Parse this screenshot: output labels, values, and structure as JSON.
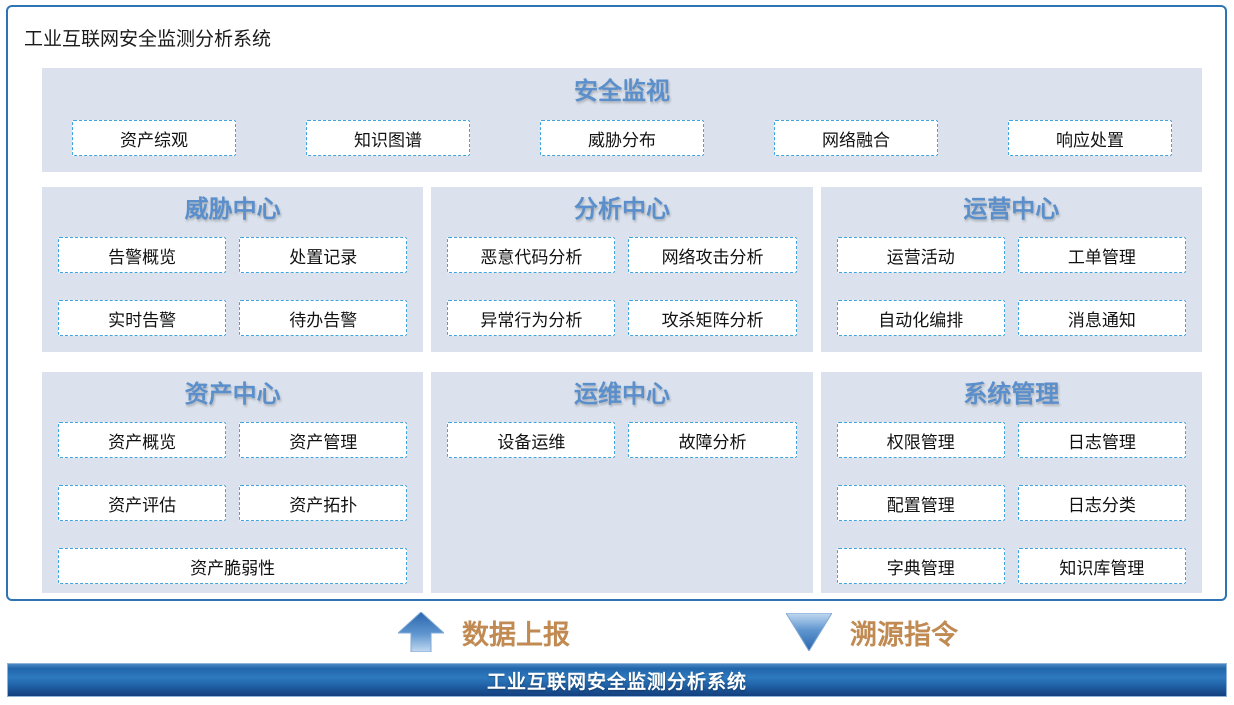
{
  "page": {
    "title": "工业互联网安全监测分析系统"
  },
  "top_panel": {
    "title": "安全监视",
    "items": [
      "资产综观",
      "知识图谱",
      "威胁分布",
      "网络融合",
      "响应处置"
    ]
  },
  "panels": [
    {
      "title": "威胁中心",
      "items": [
        "告警概览",
        "处置记录",
        "实时告警",
        "待办告警"
      ]
    },
    {
      "title": "分析中心",
      "items": [
        "恶意代码分析",
        "网络攻击分析",
        "异常行为分析",
        "攻杀矩阵分析"
      ]
    },
    {
      "title": "运营中心",
      "items": [
        "运营活动",
        "工单管理",
        "自动化编排",
        "消息通知"
      ]
    },
    {
      "title": "资产中心",
      "items": [
        "资产概览",
        "资产管理",
        "资产评估",
        "资产拓扑",
        "资产脆弱性"
      ]
    },
    {
      "title": "运维中心",
      "items": [
        "设备运维",
        "故障分析"
      ]
    },
    {
      "title": "系统管理",
      "items": [
        "权限管理",
        "日志管理",
        "配置管理",
        "日志分类",
        "字典管理",
        "知识库管理"
      ]
    }
  ],
  "flows": [
    {
      "direction": "up",
      "label": "数据上报"
    },
    {
      "direction": "down",
      "label": "溯源指令"
    }
  ],
  "footer_bar": {
    "label": "工业互联网安全监测分析系统"
  },
  "colors": {
    "panel_bg": "#dbe2ed",
    "panel_header_text": "#5b8fcb",
    "box_border_dashed": "#3fa3dd",
    "frame_border": "#2e74b5",
    "flow_label_text": "#c08a52",
    "arrow_dark": "#2a66ad",
    "arrow_light": "#b3d1ee",
    "footer_bar_top": "#2e79bf",
    "footer_bar_bottom": "#133f7e",
    "footer_text": "#ffffff"
  }
}
